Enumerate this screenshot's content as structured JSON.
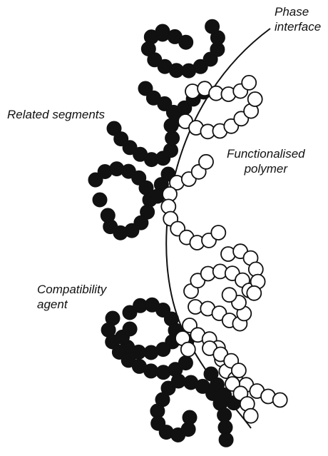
{
  "labels": {
    "phase_interface_line1": "Phase",
    "phase_interface_line2": "interface",
    "related_segments": "Related segments",
    "functionalised_line1": "Functionalised",
    "functionalised_line2": "polymer",
    "compat_line1": "Compatibility",
    "compat_line2": "agent"
  },
  "colors": {
    "background": "#ffffff",
    "ink": "#111111",
    "open_bead_fill": "#ffffff"
  }
}
